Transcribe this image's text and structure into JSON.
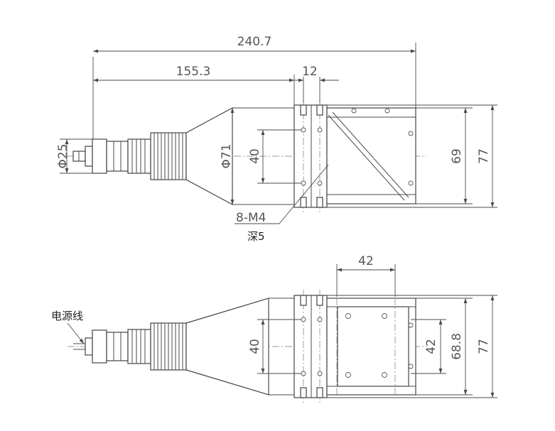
{
  "top_view": {
    "overall_length": "240.7",
    "length_to_flange": "155.3",
    "flange_width": "12",
    "cable_diameter": "Φ25",
    "cone_diameter": "Φ71",
    "hole_spacing": "40",
    "stage_height_inner": "69",
    "stage_height_outer": "77",
    "thread_spec": "8-M4",
    "thread_depth": "深5"
  },
  "bottom_view": {
    "power_cable_label": "电源线",
    "top_width": "42",
    "hole_spacing": "40",
    "inner_spacing": "42",
    "inner_height": "68.8",
    "outer_height": "77"
  }
}
